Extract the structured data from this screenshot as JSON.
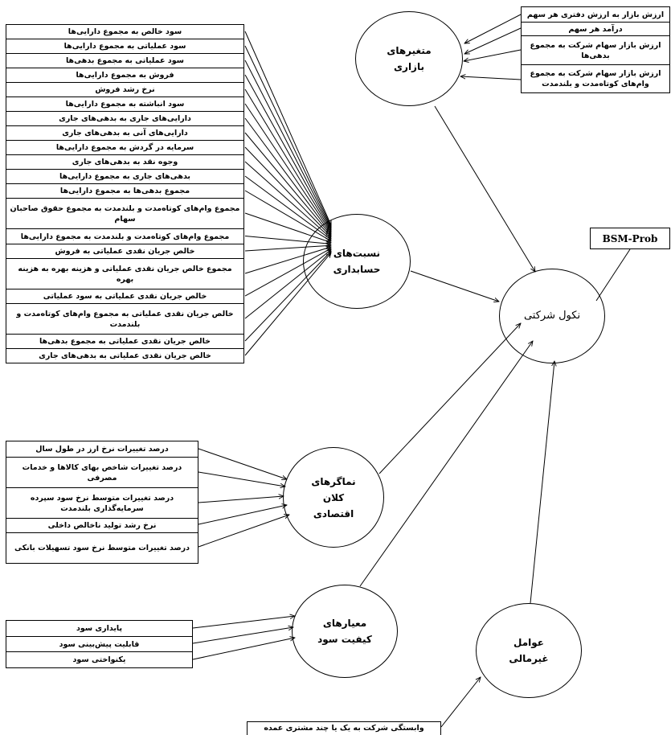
{
  "diagram": {
    "result_label": "BSM-Prob",
    "target_node": [
      "نکول شرکتی"
    ],
    "nodes": {
      "market": [
        "متغیرهای",
        "بازاری"
      ],
      "accounting": [
        "نسبت‌های",
        "حسابداری"
      ],
      "macro": [
        "نماگرهای",
        "کلان",
        "اقتصادی"
      ],
      "quality": [
        "معیارهای",
        "کیفیت سود"
      ],
      "nonfinancial": [
        "عوامل",
        "غیرمالی"
      ]
    },
    "market_items": [
      "ارزش بازار به ارزش دفتری هر سهم",
      "درآمد هر سهم",
      "ارزش بازار سهام شرکت به مجموع بدهی‌ها",
      "ارزش بازار سهام شرکت به مجموع وام‌های کوتاه‌مدت و بلندمدت"
    ],
    "accounting_items": [
      "سود خالص به مجموع دارایی‌ها",
      "سود عملیاتی به مجموع دارایی‌ها",
      "سود عملیاتی به مجموع بدهی‌ها",
      "فروش به مجموع دارایی‌ها",
      "نرخ رشد فروش",
      "سود انباشته به مجموع دارایی‌ها",
      "دارایی‌های جاری به بدهی‌های جاری",
      "دارایی‌های آنی به بدهی‌های جاری",
      "سرمایه در گردش به مجموع دارایی‌ها",
      "وجوه نقد به بدهی‌های جاری",
      "بدهی‌های جاری به مجموع دارایی‌ها",
      "مجموع بدهی‌ها به مجموع دارایی‌ها",
      "مجموع وام‌های کوتاه‌مدت و بلندمدت به مجموع حقوق صاحبان سهام",
      "مجموع وام‌های کوتاه‌مدت و بلندمدت به مجموع دارایی‌ها",
      "خالص جریان نقدی عملیاتی به فروش",
      "مجموع خالص جریان نقدی عملیاتی و هزینه بهره به هزینه بهره",
      "خالص جریان نقدی عملیاتی به سود عملیاتی",
      "خالص جریان نقدی عملیاتی به مجموع وام‌های کوتاه‌مدت و بلندمدت",
      "خالص جریان نقدی عملیاتی به مجموع بدهی‌ها",
      "خالص جریان نقدی عملیاتی به بدهی‌های جاری"
    ],
    "macro_items": [
      "درصد تغییرات نرخ ارز در طول سال",
      "درصد تغییرات شاخص بهای کالاها و خدمات مصرفی",
      "درصد تغییرات متوسط نرخ سود سپرده سرمایه‌گذاری بلندمدت",
      "نرخ رشد تولید ناخالص داخلی",
      "درصد تغییرات متوسط نرخ سود تسهیلات بانکی"
    ],
    "quality_items": [
      "پایداری سود",
      "قابلیت پیش‌بینی سود",
      "یکنواختی سود"
    ],
    "nonfinancial_items": [
      "وابستگی شرکت به یک یا چند مشتری عمده"
    ]
  }
}
